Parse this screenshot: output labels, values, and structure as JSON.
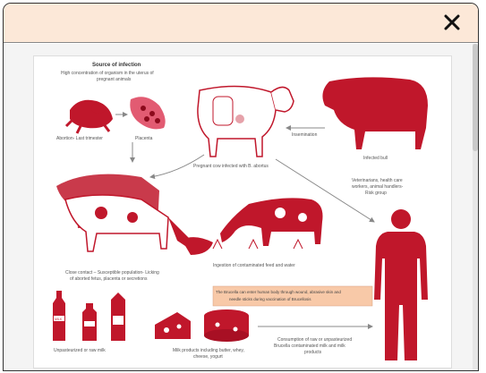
{
  "dialog": {
    "close_label": "✕"
  },
  "figure": {
    "source_title": "Source of infection",
    "source_desc_1": "High concentration of organism in the uterus of",
    "source_desc_2": "pregnant animals",
    "abortion": "Abortion- Last trimester",
    "placenta": "Placenta",
    "insemination": "Insemination",
    "infected_bull": "Infected bull",
    "pregnant_cow": "Pregnant cow infected with B. abortus",
    "risk_1": "Veterinarians, health care",
    "risk_2": "workers, animal handlers-",
    "risk_3": "Risk group",
    "close_1": "Close contact – Susceptible population- Licking",
    "close_2": "of aborted fetus, placenta or secretions",
    "ingestion": "Ingestion of contaminated feed and water",
    "entry_1": "The Brucella can enter human body through wound, abrasive skin and",
    "entry_2": "needle sticks during vaccination of Brucellosis",
    "raw_milk": "Unpasteurized or raw milk",
    "milk_products_1": "Milk products including butter, whey,",
    "milk_products_2": "cheese, yogurt",
    "consumption_1": "Consumption of raw or unpasteurized",
    "consumption_2": "Brucella contaminated milk and milk",
    "consumption_3": "products",
    "milk_label": "MILK"
  },
  "colors": {
    "header_bg": "#fce8d8",
    "accent": "#c0172b",
    "note_bg": "#f8c9a8"
  }
}
